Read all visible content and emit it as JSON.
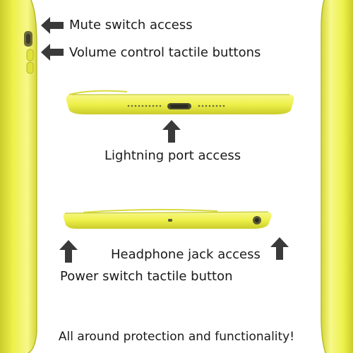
{
  "labels": {
    "mute": "Mute switch access",
    "volume": "Volume control tactile buttons",
    "lightning": "Lightning port access",
    "headphone": "Headphone jack access",
    "power": "Power switch tactile button"
  },
  "footer": "All around protection and functionality!",
  "colors": {
    "case_yellow": "#eef04a",
    "case_shadow": "#c9cc2a",
    "case_highlight": "#f7f88a",
    "arrow": "#3a3a3a",
    "text": "#1a1a1a"
  },
  "icons": {
    "mute_arrow": "arrow-left",
    "volume_arrow": "arrow-left",
    "lightning_arrow": "arrow-up",
    "headphone_arrow": "arrow-up",
    "power_arrow": "arrow-up"
  }
}
